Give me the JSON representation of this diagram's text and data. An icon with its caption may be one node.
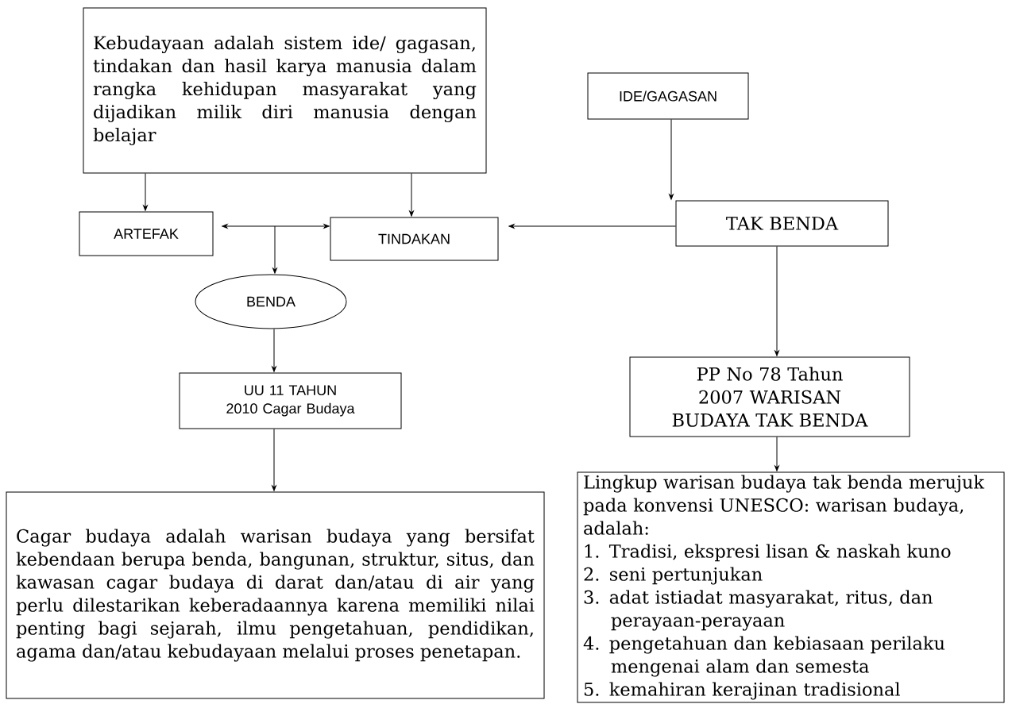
{
  "diagram": {
    "nodes": [
      {
        "text": [
          "Kebudayaan adalah sistem ide/ gagasan, tindakan dan hasil karya manusia dalam rangka kehidupan masyarakat yang dijadikan milik diri manusia dengan belajar"
        ]
      },
      {
        "text": [
          "IDE/GAGASAN"
        ]
      },
      {
        "text": [
          "ARTEFAK"
        ]
      },
      {
        "text": [
          "TINDAKAN"
        ]
      },
      {
        "text": [
          "TAK BENDA"
        ]
      },
      {
        "text": [
          "BENDA"
        ]
      },
      {
        "text": [
          "PP No 78 Tahun 2007 WARISAN BUDAYA TAK BENDA"
        ]
      },
      {
        "text": [
          "UU 11 TAHUN 2010 Cagar Budaya"
        ]
      },
      {
        "text": [
          "Cagar budaya adalah warisan budaya yang bersifat kebendaan berupa benda, bangunan, struktur, situs, dan kawasan cagar budaya di darat dan/atau di air yang perlu dilestarikan keberadaannya karena memiliki nilai penting bagi sejarah, ilmu pengetahuan, pendidikan, agama dan/atau kebudayaan melalui proses penetapan."
        ]
      },
      {
        "text": [
          "Lingkup warisan budaya tak benda merujuk pada konvensi UNESCO: warisan budaya, adalah:",
          "1. Tradisi, ekspresi lisan & naskah kuno",
          "2. seni pertunjukan",
          "3. adat istiadat masyarakat, ritus, dan perayaan-perayaan",
          "4. pengetahuan dan kebiasaan perilaku mengenai alam dan semesta",
          "5. kemahiran kerajinan tradisional"
        ]
      }
    ],
    "edges": [
      {
        "from": 0,
        "to": 2,
        "arrow": "to"
      },
      {
        "from": 0,
        "to": 3,
        "arrow": "to"
      },
      {
        "from": 2,
        "to": 3,
        "arrow": "both"
      },
      {
        "from": null,
        "to": 5,
        "arrow": "to"
      },
      {
        "from": 4,
        "to": 3,
        "arrow": "to"
      },
      {
        "from": 1,
        "to": 4,
        "arrow": "to"
      },
      {
        "from": 4,
        "to": 6,
        "arrow": "to"
      },
      {
        "from": 5,
        "to": 7,
        "arrow": "to"
      },
      {
        "from": 7,
        "to": 8,
        "arrow": "to"
      },
      {
        "from": 6,
        "to": 9,
        "arrow": "to"
      }
    ]
  }
}
